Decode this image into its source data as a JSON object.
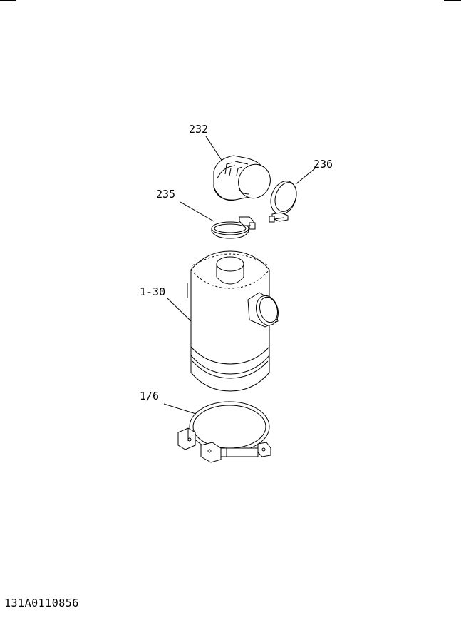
{
  "labels": {
    "elbow": "232",
    "clamp_right": "236",
    "clamp_left": "235",
    "cleaner_body": "1-30",
    "band": "1/6"
  },
  "diagram_code": "131A0110856"
}
